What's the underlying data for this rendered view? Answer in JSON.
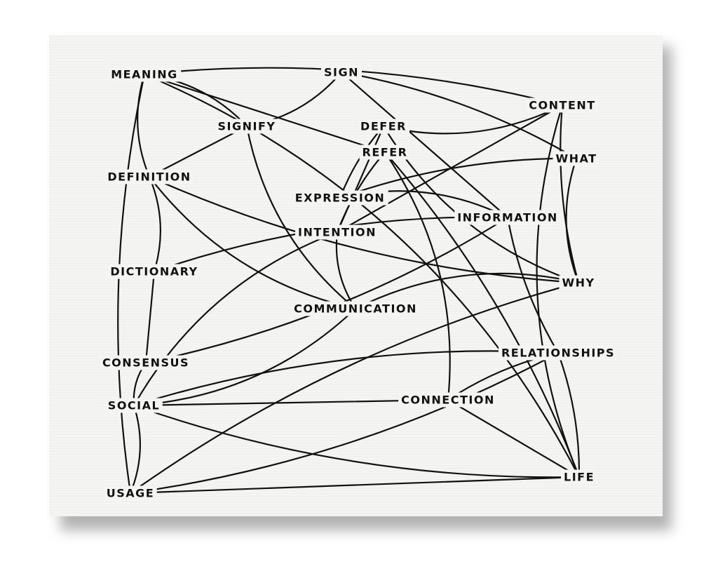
{
  "terms": {
    "meaning": "MEANING",
    "sign": "SIGN",
    "content": "CONTENT",
    "signify": "SIGNIFY",
    "defer": "DEFER",
    "refer": "REFER",
    "what": "WHAT",
    "definition": "DEFINITION",
    "expression": "EXPRESSION",
    "information": "INFORMATION",
    "intention": "INTENTION",
    "dictionary": "DICTIONARY",
    "why": "WHY",
    "communication": "COMMUNICATION",
    "consensus": "CONSENSUS",
    "relationships": "RELATIONSHIPS",
    "social": "SOCIAL",
    "connection": "CONNECTION",
    "usage": "USAGE",
    "life": "LIFE"
  },
  "edges": [
    [
      "meaning",
      "signify"
    ],
    [
      "meaning",
      "content"
    ],
    [
      "meaning",
      "refer"
    ],
    [
      "meaning",
      "usage"
    ],
    [
      "meaning",
      "definition"
    ],
    [
      "sign",
      "signify"
    ],
    [
      "sign",
      "what"
    ],
    [
      "sign",
      "information"
    ],
    [
      "defer",
      "expression"
    ],
    [
      "defer",
      "why"
    ],
    [
      "refer",
      "connection"
    ],
    [
      "refer",
      "life"
    ],
    [
      "definition",
      "signify"
    ],
    [
      "definition",
      "why"
    ],
    [
      "definition",
      "communication"
    ],
    [
      "definition",
      "dictionary"
    ],
    [
      "dictionary",
      "information"
    ],
    [
      "dictionary",
      "consensus"
    ],
    [
      "consensus",
      "information"
    ],
    [
      "consensus",
      "social"
    ],
    [
      "social",
      "intention"
    ],
    [
      "social",
      "relationships"
    ],
    [
      "social",
      "connection"
    ],
    [
      "social",
      "life"
    ],
    [
      "social",
      "communication"
    ],
    [
      "social",
      "usage"
    ],
    [
      "usage",
      "why"
    ],
    [
      "usage",
      "life"
    ],
    [
      "usage",
      "relationships"
    ],
    [
      "intention",
      "communication"
    ],
    [
      "communication",
      "why"
    ],
    [
      "connection",
      "relationships"
    ],
    [
      "connection",
      "life"
    ],
    [
      "content",
      "why"
    ],
    [
      "what",
      "why"
    ],
    [
      "expression",
      "information"
    ],
    [
      "expression",
      "what"
    ],
    [
      "intention",
      "content"
    ],
    [
      "information",
      "relationships"
    ],
    [
      "life",
      "meaning"
    ],
    [
      "life",
      "content"
    ],
    [
      "relationships",
      "life"
    ],
    [
      "defer",
      "intention"
    ],
    [
      "refer",
      "intention"
    ],
    [
      "signify",
      "communication"
    ],
    [
      "content",
      "defer"
    ]
  ]
}
